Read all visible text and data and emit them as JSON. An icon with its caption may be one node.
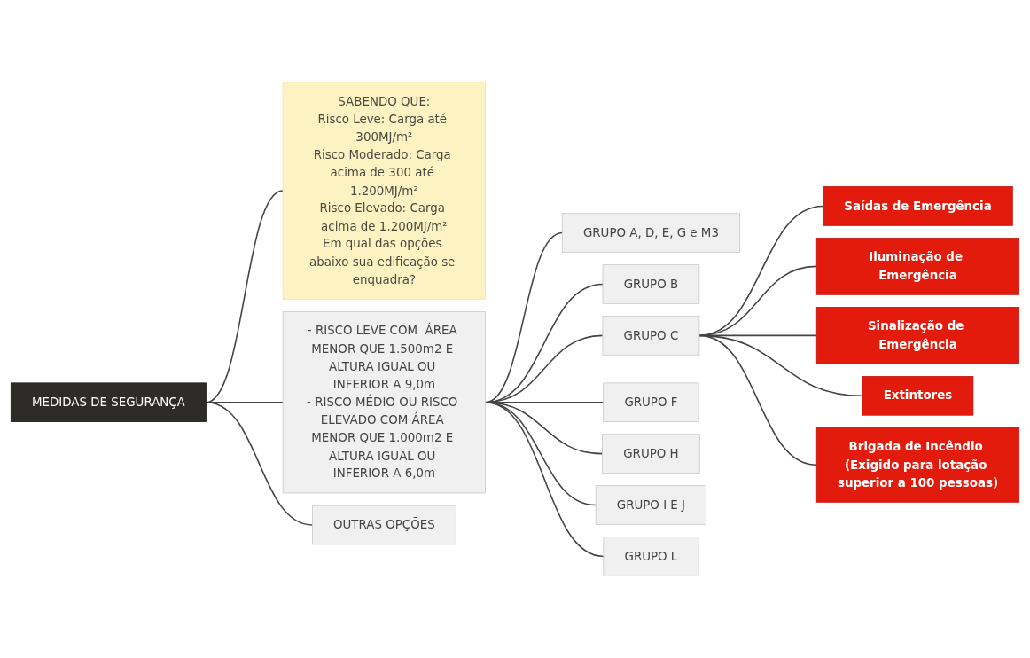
{
  "diagram": {
    "nodes": [
      {
        "text": [
          "MEDIDAS DE SEGURANÇA"
        ]
      },
      {
        "text": [
          "SABENDO QUE:",
          "Risco Leve: Carga até 300MJ/m²",
          "Risco Moderado: Carga acima de 300 até 1.200MJ/m²",
          "Risco Elevado: Carga acima de 1.200MJ/m²",
          "Em qual das opções abaixo sua edificação se enquadra?"
        ]
      },
      {
        "text": [
          "- RISCO LEVE COM  ÁREA MENOR QUE 1.500m2 E ALTURA IGUAL OU INFERIOR A 9,0m",
          "- RISCO MÉDIO OU RISCO ELEVADO COM ÁREA MENOR QUE 1.000m2 E ALTURA IGUAL OU INFERIOR A 6,0m"
        ]
      },
      {
        "text": [
          "GRUPO A, D, E, G e M3"
        ]
      },
      {
        "text": [
          "GRUPO B"
        ]
      },
      {
        "text": [
          "GRUPO C"
        ]
      },
      {
        "text": [
          "Saídas de Emergência"
        ]
      },
      {
        "text": [
          "Iluminação de Emergência"
        ]
      },
      {
        "text": [
          "Sinalização de Emergência"
        ]
      },
      {
        "text": [
          "Extintores"
        ]
      },
      {
        "text": [
          "Brigada de Incêndio (Exigido para lotação superior a 100 pessoas)"
        ]
      },
      {
        "text": [
          "GRUPO F"
        ]
      },
      {
        "text": [
          "GRUPO H"
        ]
      },
      {
        "text": [
          "GRUPO I E J"
        ]
      },
      {
        "text": [
          "GRUPO L"
        ]
      },
      {
        "text": [
          "OUTRAS OPÇÕES"
        ]
      }
    ],
    "edges": [
      {
        "from": 0,
        "to": 1,
        "arrow": "none"
      },
      {
        "from": 0,
        "to": 2,
        "arrow": "none"
      },
      {
        "from": 0,
        "to": 15,
        "arrow": "none"
      },
      {
        "from": 2,
        "to": 3,
        "arrow": "none"
      },
      {
        "from": 2,
        "to": 4,
        "arrow": "none"
      },
      {
        "from": 2,
        "to": 5,
        "arrow": "none"
      },
      {
        "from": 5,
        "to": 6,
        "arrow": "none"
      },
      {
        "from": 5,
        "to": 7,
        "arrow": "none"
      },
      {
        "from": 5,
        "to": 8,
        "arrow": "none"
      },
      {
        "from": 5,
        "to": 9,
        "arrow": "none"
      },
      {
        "from": 5,
        "to": 10,
        "arrow": "none"
      },
      {
        "from": 2,
        "to": 11,
        "arrow": "none"
      },
      {
        "from": 2,
        "to": 12,
        "arrow": "none"
      },
      {
        "from": 2,
        "to": 13,
        "arrow": "none"
      },
      {
        "from": 2,
        "to": 14,
        "arrow": "none"
      }
    ]
  }
}
